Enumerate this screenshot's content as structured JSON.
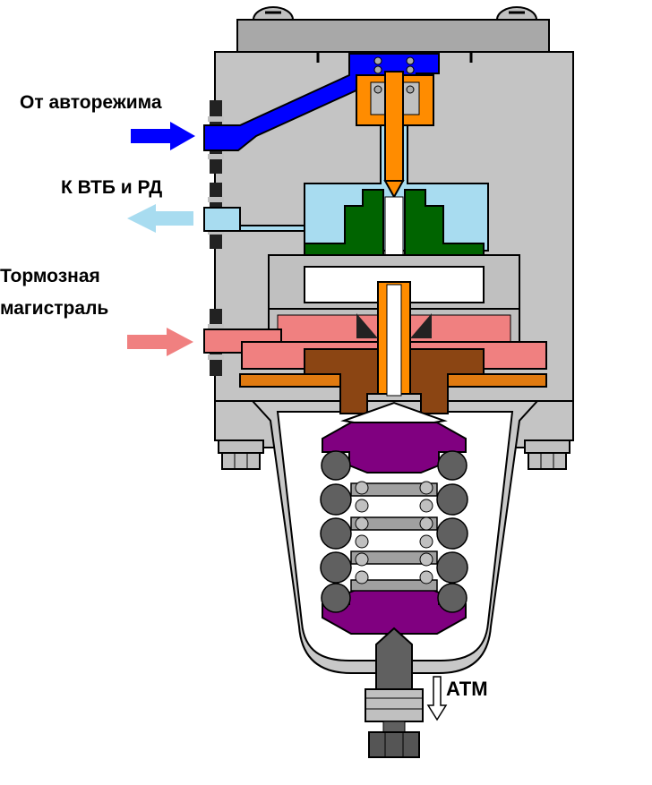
{
  "labels": {
    "from_auto_mode": "От авторежима",
    "to_vtb_rd": "К ВТБ и РД",
    "brake_line_1": "Тормозная",
    "brake_line_2": "магистраль",
    "atm": "АТМ"
  },
  "colors": {
    "body_gray": "#c0c0c0",
    "dark_gray": "#808080",
    "blue": "#0000ff",
    "orange": "#ff8c00",
    "light_blue": "#a8dcf0",
    "green": "#006400",
    "bright_green": "#00cc00",
    "pink": "#f08080",
    "brown": "#8b4513",
    "purple": "#800080",
    "light_orange": "#e07a10"
  }
}
